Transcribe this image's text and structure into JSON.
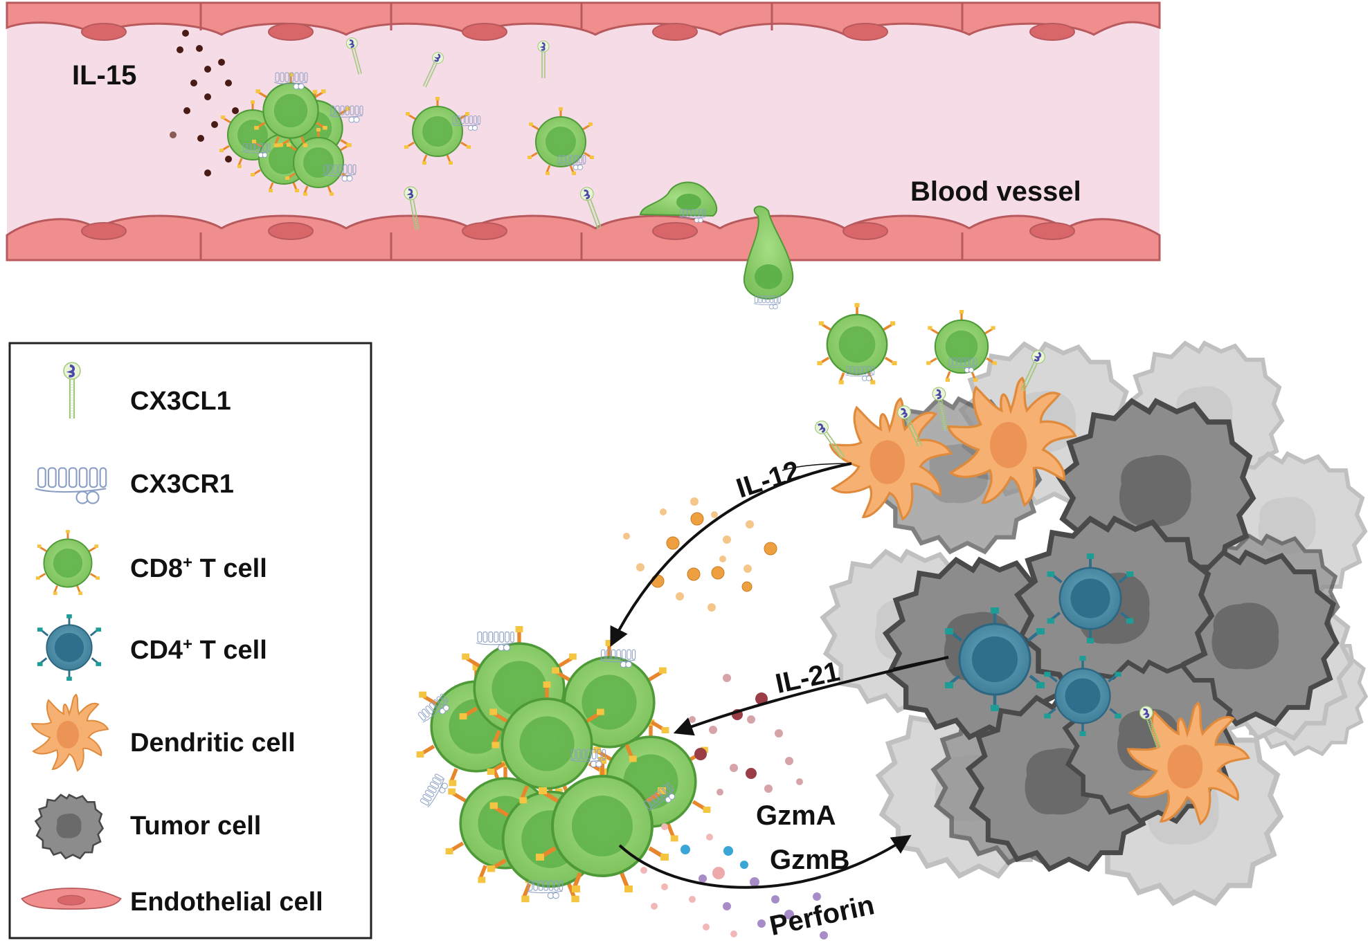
{
  "labels": {
    "il15": "IL-15",
    "blood_vessel": "Blood vessel",
    "il12": "IL-12",
    "il21": "IL-21",
    "gzma": "GzmA",
    "gzmb": "GzmB",
    "perforin": "Perforin"
  },
  "legend": {
    "items": [
      {
        "key": "cx3cl1",
        "label": "CX3CL1",
        "sup": ""
      },
      {
        "key": "cx3cr1",
        "label": "CX3CR1",
        "sup": ""
      },
      {
        "key": "cd8",
        "label": "CD8",
        "sup": "+",
        "suffix": " T cell"
      },
      {
        "key": "cd4",
        "label": "CD4",
        "sup": "+",
        "suffix": " T cell"
      },
      {
        "key": "dc",
        "label": "Dendritic cell",
        "sup": ""
      },
      {
        "key": "tumor",
        "label": "Tumor cell",
        "sup": ""
      },
      {
        "key": "endo",
        "label": "Endothelial cell",
        "sup": ""
      }
    ]
  },
  "colors": {
    "vessel_lumen": "#f5dce6",
    "endothelium": "#f08d8d",
    "endothelium_nucleus": "#d9676a",
    "cd8_cell": "#8fd16e",
    "cd8_nucleus": "#5fb24a",
    "cd4_cell": "#4d8fa8",
    "cd4_nucleus": "#2f6f8c",
    "dendritic": "#f6b071",
    "tumor": "#8a8a8a",
    "tumor_dark": "#6a6a6a",
    "il12_particle": "#eea040",
    "il21_particle": "#9b3d47",
    "il15_particle": "#4a1b14",
    "granzyme_blue": "#3aa6d8",
    "granzyme_purple": "#a88cc7"
  },
  "icons": {
    "cx3cl1": "chemokine-stalk-icon",
    "cx3cr1": "gpcr-receptor-icon",
    "cd8": "cd8-t-cell-icon",
    "cd4": "cd4-t-cell-icon",
    "dc": "dendritic-cell-icon",
    "tumor": "tumor-cell-icon",
    "endo": "endothelial-cell-icon"
  }
}
